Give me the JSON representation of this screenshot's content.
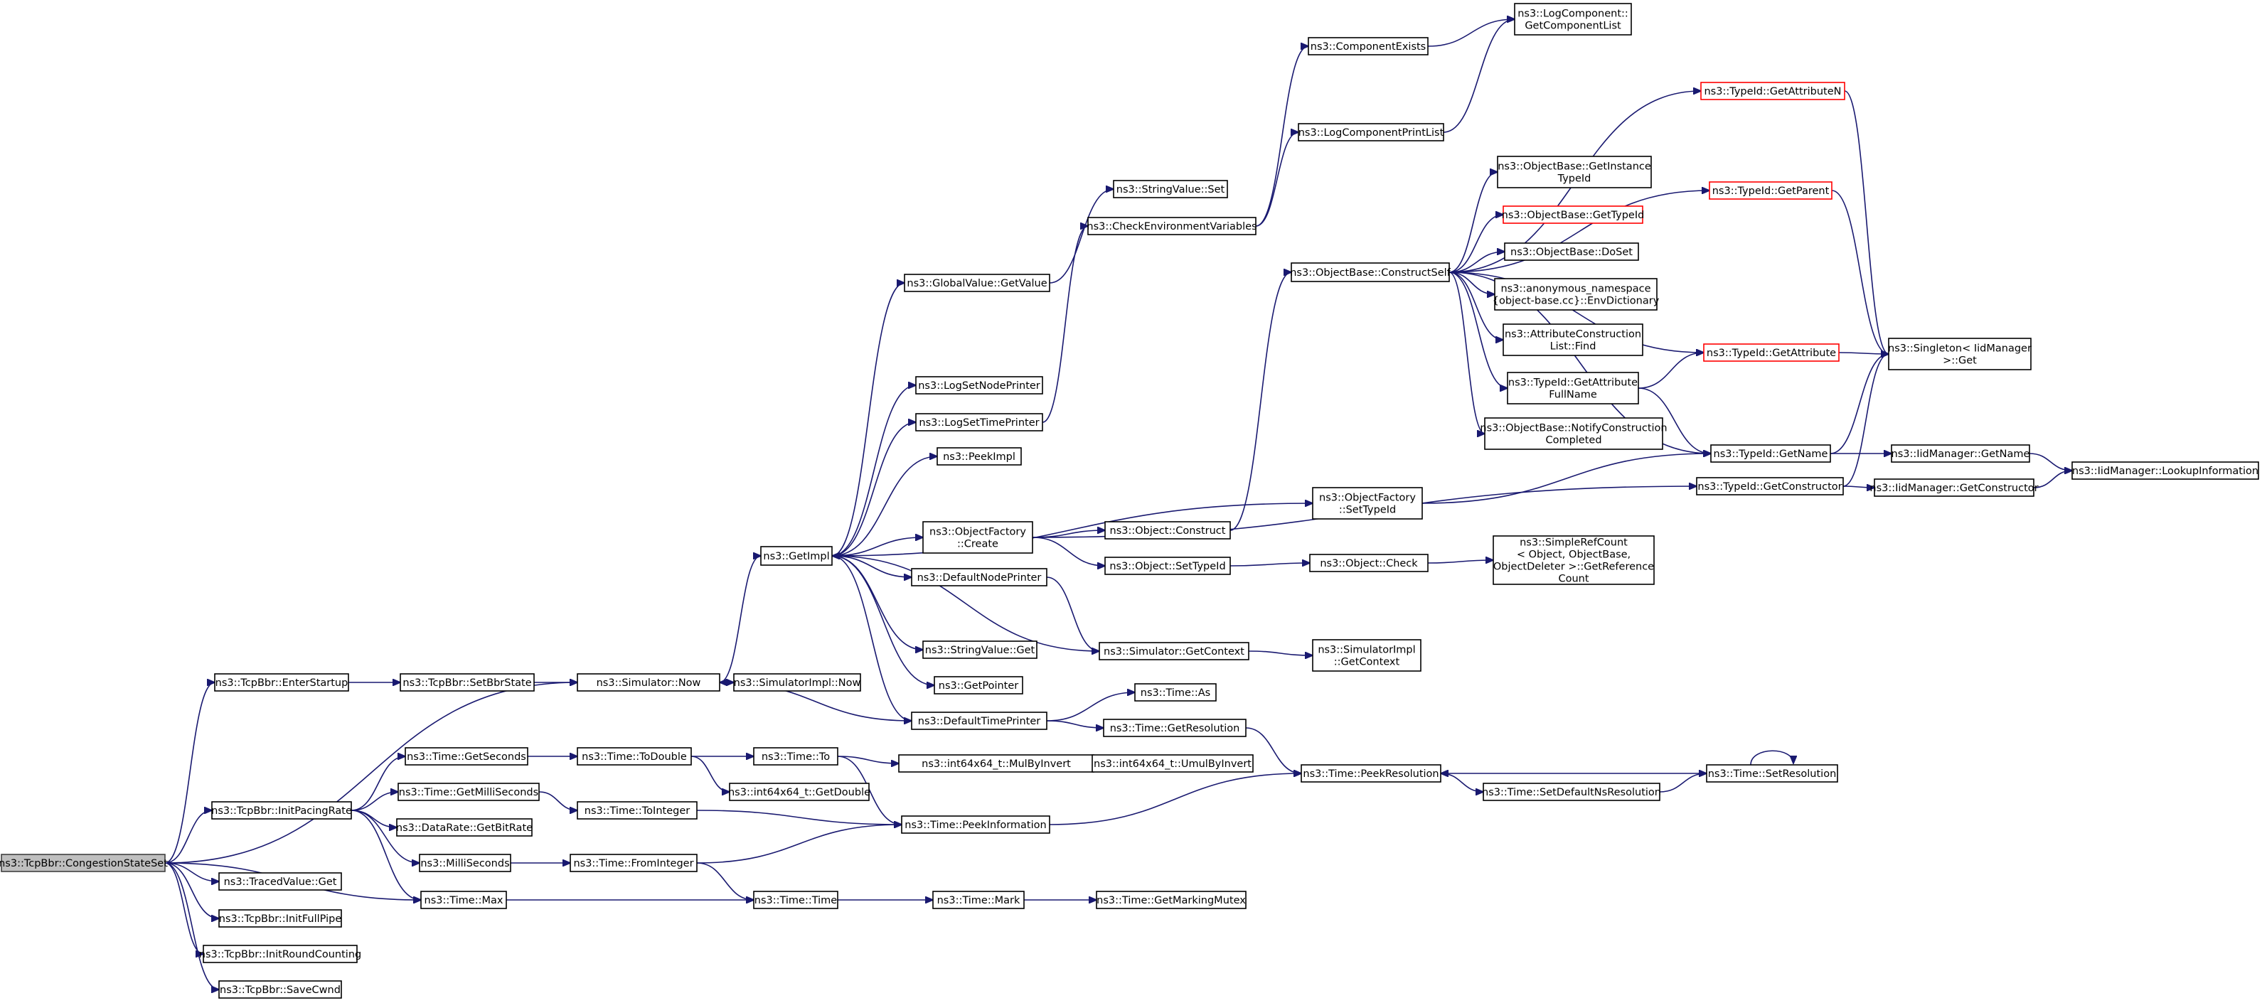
{
  "colors": {
    "edge": "#191970",
    "root_fill": "#bfbfbf",
    "node_stroke": "#000000",
    "highlight_stroke": "#ff0000"
  },
  "nodes": [
    {
      "id": "root",
      "label": [
        "ns3::TcpBbr::CongestionStateSet"
      ],
      "root": true
    },
    {
      "id": "enterStartup",
      "label": [
        "ns3::TcpBbr::EnterStartup"
      ]
    },
    {
      "id": "setBbrState",
      "label": [
        "ns3::TcpBbr::SetBbrState"
      ]
    },
    {
      "id": "simNow",
      "label": [
        "ns3::Simulator::Now"
      ]
    },
    {
      "id": "simImplNow",
      "label": [
        "ns3::SimulatorImpl::Now"
      ]
    },
    {
      "id": "getImpl",
      "label": [
        "ns3::GetImpl"
      ]
    },
    {
      "id": "globalValueGetValue",
      "label": [
        "ns3::GlobalValue::GetValue"
      ]
    },
    {
      "id": "stringValueSet",
      "label": [
        "ns3::StringValue::Set"
      ]
    },
    {
      "id": "checkEnv",
      "label": [
        "ns3::CheckEnvironmentVariables"
      ]
    },
    {
      "id": "componentExists",
      "label": [
        "ns3::ComponentExists"
      ]
    },
    {
      "id": "logComponentGetList",
      "label": [
        "ns3::LogComponent::",
        "GetComponentList"
      ]
    },
    {
      "id": "logComponentPrintList",
      "label": [
        "ns3::LogComponentPrintList"
      ]
    },
    {
      "id": "logSetNodePrinter",
      "label": [
        "ns3::LogSetNodePrinter"
      ]
    },
    {
      "id": "logSetTimePrinter",
      "label": [
        "ns3::LogSetTimePrinter"
      ]
    },
    {
      "id": "peekImpl",
      "label": [
        "ns3::PeekImpl"
      ]
    },
    {
      "id": "objectFactoryCreate",
      "label": [
        "ns3::ObjectFactory",
        "::Create"
      ]
    },
    {
      "id": "objectFactorySetTypeId",
      "label": [
        "ns3::ObjectFactory",
        "::SetTypeId"
      ]
    },
    {
      "id": "objectConstruct",
      "label": [
        "ns3::Object::Construct"
      ]
    },
    {
      "id": "objectSetTypeId",
      "label": [
        "ns3::Object::SetTypeId"
      ]
    },
    {
      "id": "objectCheck",
      "label": [
        "ns3::Object::Check"
      ]
    },
    {
      "id": "simpleRefCount",
      "label": [
        "ns3::SimpleRefCount",
        "< Object, ObjectBase,",
        "ObjectDeleter >::GetReference",
        "Count"
      ]
    },
    {
      "id": "defaultNodePrinter",
      "label": [
        "ns3::DefaultNodePrinter"
      ]
    },
    {
      "id": "stringValueGet",
      "label": [
        "ns3::StringValue::Get"
      ]
    },
    {
      "id": "getPointer",
      "label": [
        "ns3::GetPointer"
      ]
    },
    {
      "id": "defaultTimePrinter",
      "label": [
        "ns3::DefaultTimePrinter"
      ]
    },
    {
      "id": "simGetContext",
      "label": [
        "ns3::Simulator::GetContext"
      ]
    },
    {
      "id": "simImplGetContext",
      "label": [
        "ns3::SimulatorImpl",
        "::GetContext"
      ]
    },
    {
      "id": "timeAs",
      "label": [
        "ns3::Time::As"
      ]
    },
    {
      "id": "timeGetResolution",
      "label": [
        "ns3::Time::GetResolution"
      ]
    },
    {
      "id": "objectBaseConstructSelf",
      "label": [
        "ns3::ObjectBase::ConstructSelf"
      ]
    },
    {
      "id": "objectBaseGetInstanceTypeId",
      "label": [
        "ns3::ObjectBase::GetInstance",
        "TypeId"
      ]
    },
    {
      "id": "objectBaseGetTypeId",
      "label": [
        "ns3::ObjectBase::GetTypeId"
      ],
      "red": true
    },
    {
      "id": "objectBaseDoSet",
      "label": [
        "ns3::ObjectBase::DoSet"
      ]
    },
    {
      "id": "envDictionary",
      "label": [
        "ns3::anonymous_namespace",
        "{object-base.cc}::EnvDictionary"
      ]
    },
    {
      "id": "attributeConstructionFind",
      "label": [
        "ns3::AttributeConstruction",
        "List::Find"
      ]
    },
    {
      "id": "typeIdGetAttributeFullName",
      "label": [
        "ns3::TypeId::GetAttribute",
        "FullName"
      ]
    },
    {
      "id": "objectBaseNotify",
      "label": [
        "ns3::ObjectBase::NotifyConstruction",
        "Completed"
      ]
    },
    {
      "id": "typeIdGetAttributeN",
      "label": [
        "ns3::TypeId::GetAttributeN"
      ],
      "red": true
    },
    {
      "id": "typeIdGetParent",
      "label": [
        "ns3::TypeId::GetParent"
      ],
      "red": true
    },
    {
      "id": "typeIdGetAttribute",
      "label": [
        "ns3::TypeId::GetAttribute"
      ],
      "red": true
    },
    {
      "id": "typeIdGetName",
      "label": [
        "ns3::TypeId::GetName"
      ]
    },
    {
      "id": "typeIdGetConstructor",
      "label": [
        "ns3::TypeId::GetConstructor"
      ]
    },
    {
      "id": "singletonGet",
      "label": [
        "ns3::Singleton< IidManager",
        ">::Get"
      ]
    },
    {
      "id": "iidGetName",
      "label": [
        "ns3::IidManager::GetName"
      ]
    },
    {
      "id": "iidGetConstructor",
      "label": [
        "ns3::IidManager::GetConstructor"
      ]
    },
    {
      "id": "iidLookup",
      "label": [
        "ns3::IidManager::LookupInformation"
      ]
    },
    {
      "id": "initPacingRate",
      "label": [
        "ns3::TcpBbr::InitPacingRate"
      ]
    },
    {
      "id": "timeGetSeconds",
      "label": [
        "ns3::Time::GetSeconds"
      ]
    },
    {
      "id": "timeToDouble",
      "label": [
        "ns3::Time::ToDouble"
      ]
    },
    {
      "id": "timeTo",
      "label": [
        "ns3::Time::To"
      ]
    },
    {
      "id": "mulByInvert",
      "label": [
        "ns3::int64x64_t::MulByInvert"
      ]
    },
    {
      "id": "umulByInvert",
      "label": [
        "ns3::int64x64_t::UmulByInvert"
      ]
    },
    {
      "id": "getDouble",
      "label": [
        "ns3::int64x64_t::GetDouble"
      ]
    },
    {
      "id": "timeGetMilliSeconds",
      "label": [
        "ns3::Time::GetMilliSeconds"
      ]
    },
    {
      "id": "timeToInteger",
      "label": [
        "ns3::Time::ToInteger"
      ]
    },
    {
      "id": "dataRateGetBitRate",
      "label": [
        "ns3::DataRate::GetBitRate"
      ]
    },
    {
      "id": "milliSeconds",
      "label": [
        "ns3::MilliSeconds"
      ]
    },
    {
      "id": "timeFromInteger",
      "label": [
        "ns3::Time::FromInteger"
      ]
    },
    {
      "id": "timePeekInformation",
      "label": [
        "ns3::Time::PeekInformation"
      ]
    },
    {
      "id": "timePeekResolution",
      "label": [
        "ns3::Time::PeekResolution"
      ]
    },
    {
      "id": "timeSetDefaultNsResolution",
      "label": [
        "ns3::Time::SetDefaultNsResolution"
      ]
    },
    {
      "id": "timeSetResolution",
      "label": [
        "ns3::Time::SetResolution"
      ]
    },
    {
      "id": "tracedValueGet",
      "label": [
        "ns3::TracedValue::Get"
      ]
    },
    {
      "id": "timeMax",
      "label": [
        "ns3::Time::Max"
      ]
    },
    {
      "id": "timeTime",
      "label": [
        "ns3::Time::Time"
      ]
    },
    {
      "id": "timeMark",
      "label": [
        "ns3::Time::Mark"
      ]
    },
    {
      "id": "timeGetMarkingMutex",
      "label": [
        "ns3::Time::GetMarkingMutex"
      ]
    },
    {
      "id": "initFullPipe",
      "label": [
        "ns3::TcpBbr::InitFullPipe"
      ]
    },
    {
      "id": "initRoundCounting",
      "label": [
        "ns3::TcpBbr::InitRoundCounting"
      ]
    },
    {
      "id": "saveCwnd",
      "label": [
        "ns3::TcpBbr::SaveCwnd"
      ]
    }
  ],
  "edges": [
    [
      "root",
      "enterStartup"
    ],
    [
      "root",
      "simNow"
    ],
    [
      "root",
      "initPacingRate"
    ],
    [
      "root",
      "tracedValueGet"
    ],
    [
      "root",
      "timeMax"
    ],
    [
      "root",
      "initFullPipe"
    ],
    [
      "root",
      "initRoundCounting"
    ],
    [
      "root",
      "saveCwnd"
    ],
    [
      "enterStartup",
      "setBbrState"
    ],
    [
      "setBbrState",
      "simNow"
    ],
    [
      "simNow",
      "getImpl"
    ],
    [
      "simNow",
      "simImplNow"
    ],
    [
      "getImpl",
      "globalValueGetValue"
    ],
    [
      "getImpl",
      "logSetNodePrinter"
    ],
    [
      "getImpl",
      "logSetTimePrinter"
    ],
    [
      "getImpl",
      "peekImpl"
    ],
    [
      "getImpl",
      "objectFactorySetTypeId"
    ],
    [
      "getImpl",
      "objectFactoryCreate"
    ],
    [
      "getImpl",
      "defaultNodePrinter"
    ],
    [
      "getImpl",
      "stringValueGet"
    ],
    [
      "getImpl",
      "getPointer"
    ],
    [
      "getImpl",
      "defaultTimePrinter"
    ],
    [
      "globalValueGetValue",
      "stringValueSet"
    ],
    [
      "logSetTimePrinter",
      "checkEnv"
    ],
    [
      "checkEnv",
      "componentExists"
    ],
    [
      "checkEnv",
      "logComponentPrintList"
    ],
    [
      "componentExists",
      "logComponentGetList"
    ],
    [
      "logComponentPrintList",
      "logComponentGetList"
    ],
    [
      "objectFactoryCreate",
      "objectConstruct"
    ],
    [
      "objectFactoryCreate",
      "objectSetTypeId"
    ],
    [
      "objectFactoryCreate",
      "typeIdGetConstructor"
    ],
    [
      "objectConstruct",
      "objectBaseConstructSelf"
    ],
    [
      "objectSetTypeId",
      "objectCheck"
    ],
    [
      "objectCheck",
      "simpleRefCount"
    ],
    [
      "defaultNodePrinter",
      "simGetContext"
    ],
    [
      "simGetContext",
      "getImpl"
    ],
    [
      "simGetContext",
      "simImplGetContext"
    ],
    [
      "defaultTimePrinter",
      "simNow"
    ],
    [
      "defaultTimePrinter",
      "timeAs"
    ],
    [
      "defaultTimePrinter",
      "timeGetResolution"
    ],
    [
      "timeGetResolution",
      "timePeekResolution"
    ],
    [
      "objectFactorySetTypeId",
      "typeIdGetName"
    ],
    [
      "objectBaseConstructSelf",
      "objectBaseGetInstanceTypeId"
    ],
    [
      "objectBaseConstructSelf",
      "objectBaseGetTypeId"
    ],
    [
      "objectBaseConstructSelf",
      "objectBaseDoSet"
    ],
    [
      "objectBaseConstructSelf",
      "envDictionary"
    ],
    [
      "objectBaseConstructSelf",
      "attributeConstructionFind"
    ],
    [
      "objectBaseConstructSelf",
      "typeIdGetAttributeFullName"
    ],
    [
      "objectBaseConstructSelf",
      "objectBaseNotify"
    ],
    [
      "objectBaseConstructSelf",
      "typeIdGetAttributeN"
    ],
    [
      "objectBaseConstructSelf",
      "typeIdGetParent"
    ],
    [
      "objectBaseConstructSelf",
      "typeIdGetAttribute"
    ],
    [
      "objectBaseConstructSelf",
      "typeIdGetName"
    ],
    [
      "typeIdGetAttributeFullName",
      "typeIdGetAttribute"
    ],
    [
      "typeIdGetAttributeFullName",
      "typeIdGetName"
    ],
    [
      "typeIdGetAttributeN",
      "singletonGet"
    ],
    [
      "typeIdGetParent",
      "singletonGet"
    ],
    [
      "typeIdGetAttribute",
      "singletonGet"
    ],
    [
      "typeIdGetName",
      "singletonGet"
    ],
    [
      "typeIdGetName",
      "iidGetName"
    ],
    [
      "typeIdGetConstructor",
      "singletonGet"
    ],
    [
      "typeIdGetConstructor",
      "iidGetConstructor"
    ],
    [
      "iidGetName",
      "iidLookup"
    ],
    [
      "iidGetConstructor",
      "iidLookup"
    ],
    [
      "initPacingRate",
      "timeGetSeconds"
    ],
    [
      "initPacingRate",
      "timeGetMilliSeconds"
    ],
    [
      "initPacingRate",
      "dataRateGetBitRate"
    ],
    [
      "initPacingRate",
      "milliSeconds"
    ],
    [
      "initPacingRate",
      "timeMax"
    ],
    [
      "timeGetSeconds",
      "timeToDouble"
    ],
    [
      "timeToDouble",
      "timeTo"
    ],
    [
      "timeToDouble",
      "getDouble"
    ],
    [
      "timeTo",
      "mulByInvert"
    ],
    [
      "timeTo",
      "timePeekInformation"
    ],
    [
      "mulByInvert",
      "umulByInvert"
    ],
    [
      "timeGetMilliSeconds",
      "timeToInteger"
    ],
    [
      "timeToInteger",
      "timePeekInformation"
    ],
    [
      "milliSeconds",
      "timeFromInteger"
    ],
    [
      "timeFromInteger",
      "timePeekInformation"
    ],
    [
      "timeFromInteger",
      "timeTime"
    ],
    [
      "timePeekInformation",
      "timePeekResolution"
    ],
    [
      "timePeekResolution",
      "timeSetDefaultNsResolution"
    ],
    [
      "timeSetDefaultNsResolution",
      "timeSetResolution"
    ],
    [
      "timeSetResolution",
      "timePeekResolution"
    ],
    [
      "timeSetResolution",
      "timeSetResolution"
    ],
    [
      "timeMax",
      "timeTime"
    ],
    [
      "timeTime",
      "timeMark"
    ],
    [
      "timeMark",
      "timeGetMarkingMutex"
    ]
  ]
}
